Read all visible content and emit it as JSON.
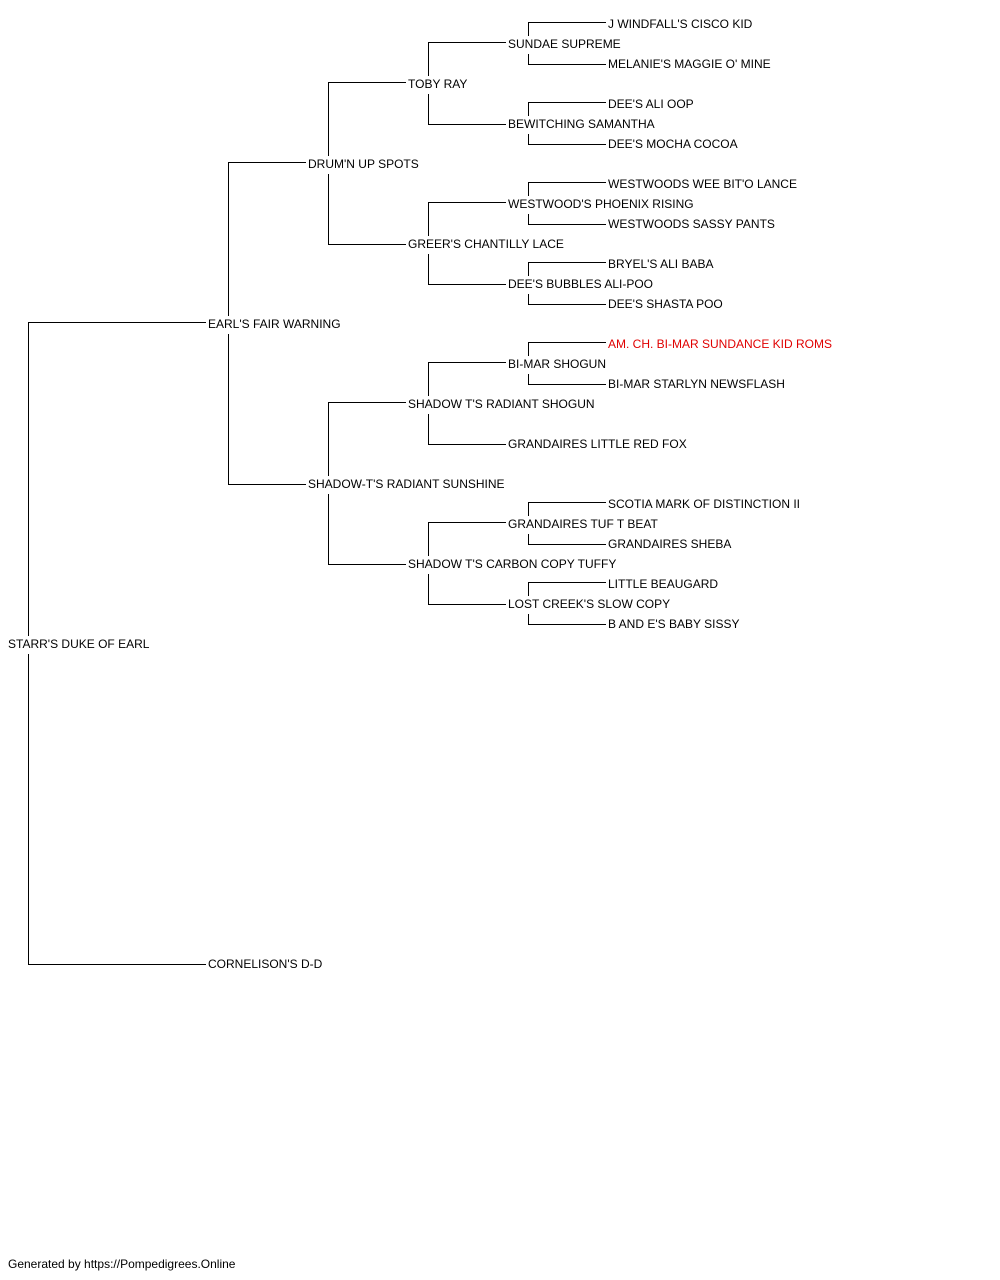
{
  "highlight_color": "#e00000",
  "pedigree": {
    "subject": "STARR'S DUKE OF EARL",
    "sire": "EARL'S FAIR WARNING",
    "dam": "CORNELISON'S D-D",
    "sire_sire": "DRUM'N UP SPOTS",
    "sire_dam": "SHADOW-T'S RADIANT SUNSHINE",
    "sss": "TOBY RAY",
    "ssd": "GREER'S CHANTILLY LACE",
    "sds": "SHADOW T'S RADIANT SHOGUN",
    "sdd": "SHADOW T'S CARBON COPY TUFFY",
    "ssss": "SUNDAE SUPREME",
    "sssd": "BEWITCHING SAMANTHA",
    "ssds": "WESTWOOD'S PHOENIX RISING",
    "ssdd": "DEE'S BUBBLES ALI-POO",
    "sdss": "BI-MAR SHOGUN",
    "sdsd": "GRANDAIRES LITTLE RED FOX",
    "sdds": "GRANDAIRES TUF T BEAT",
    "sddd": "LOST CREEK'S SLOW COPY",
    "sssss": "J WINDFALL'S CISCO KID",
    "ssssd": "MELANIE'S MAGGIE O' MINE",
    "sssds": "DEE'S ALI OOP",
    "sssdd": "DEE'S MOCHA COCOA",
    "ssdss": "WESTWOODS WEE BIT'O LANCE",
    "ssdsd": "WESTWOODS SASSY PANTS",
    "ssdds": "BRYEL'S ALI BABA",
    "ssddd": "DEE'S SHASTA POO",
    "sdsss": "AM. CH. BI-MAR SUNDANCE KID ROMS",
    "sdssd": "BI-MAR STARLYN NEWSFLASH",
    "sddss": "SCOTIA MARK OF DISTINCTION II",
    "sddsd": "GRANDAIRES SHEBA",
    "sddds": "LITTLE BEAUGARD",
    "sdddd": "B AND E'S BABY SISSY"
  },
  "footer": "Generated by https://Pompedigrees.Online"
}
